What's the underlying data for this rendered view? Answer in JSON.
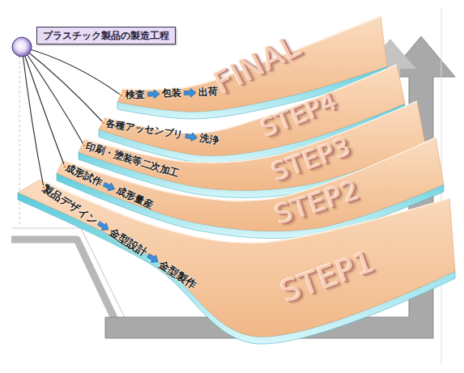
{
  "diagram": {
    "nodes": [
      {
        "text": [
          "プラスチック製品の製造工程"
        ]
      },
      {
        "text": [
          "検査",
          "包装",
          "出荷",
          "FINAL"
        ]
      },
      {
        "text": [
          "各種アッセンブリ",
          "洗浄",
          "STEP4"
        ]
      },
      {
        "text": [
          "印刷・塗装等二次加工",
          "STEP3"
        ]
      },
      {
        "text": [
          "成形試作",
          "成形量産",
          "STEP2"
        ]
      },
      {
        "text": [
          "製品デザイン",
          "金型設計",
          "金型製作",
          "STEP1"
        ]
      }
    ]
  }
}
